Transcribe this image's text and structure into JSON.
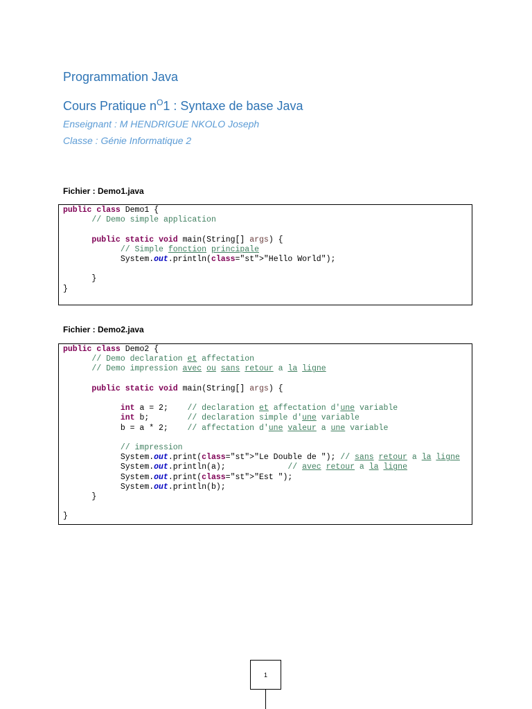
{
  "header": {
    "title": "Programmation Java",
    "course_prefix": "Cours Pratique n",
    "course_sup": "O",
    "course_suffix": "1 : Syntaxe de base Java",
    "teacher": "Enseignant : M HENDRIGUE NKOLO Joseph",
    "class": "Classe : Génie Informatique 2"
  },
  "files": [
    {
      "label": "Fichier : Demo1.java",
      "code": [
        "public class Demo1 {",
        "\t// Demo simple application",
        "",
        "\tpublic static void main(String[] args) {",
        "\t\t// Simple fonction principale",
        "\t\tSystem.out.println(\"Hello World\");",
        "",
        "\t}",
        "}"
      ]
    },
    {
      "label": "Fichier : Demo2.java",
      "code": [
        "public class Demo2 {",
        "\t// Demo declaration et affectation",
        "\t// Demo impression avec ou sans retour a la ligne",
        "",
        "\tpublic static void main(String[] args) {",
        "",
        "\t\tint a = 2;    // declaration et affectation d'une variable",
        "\t\tint b;        // declaration simple d'une variable",
        "\t\tb = a * 2;    // affectation d'une valeur a une variable",
        "",
        "\t\t// impression",
        "\t\tSystem.out.print(\"Le Double de \"); // sans retour a la ligne",
        "\t\tSystem.out.println(a);             // avec retour a la ligne",
        "\t\tSystem.out.print(\"Est \");",
        "\t\tSystem.out.println(b);",
        "\t}",
        "",
        "}"
      ]
    }
  ],
  "footer": {
    "page_number": "1"
  }
}
